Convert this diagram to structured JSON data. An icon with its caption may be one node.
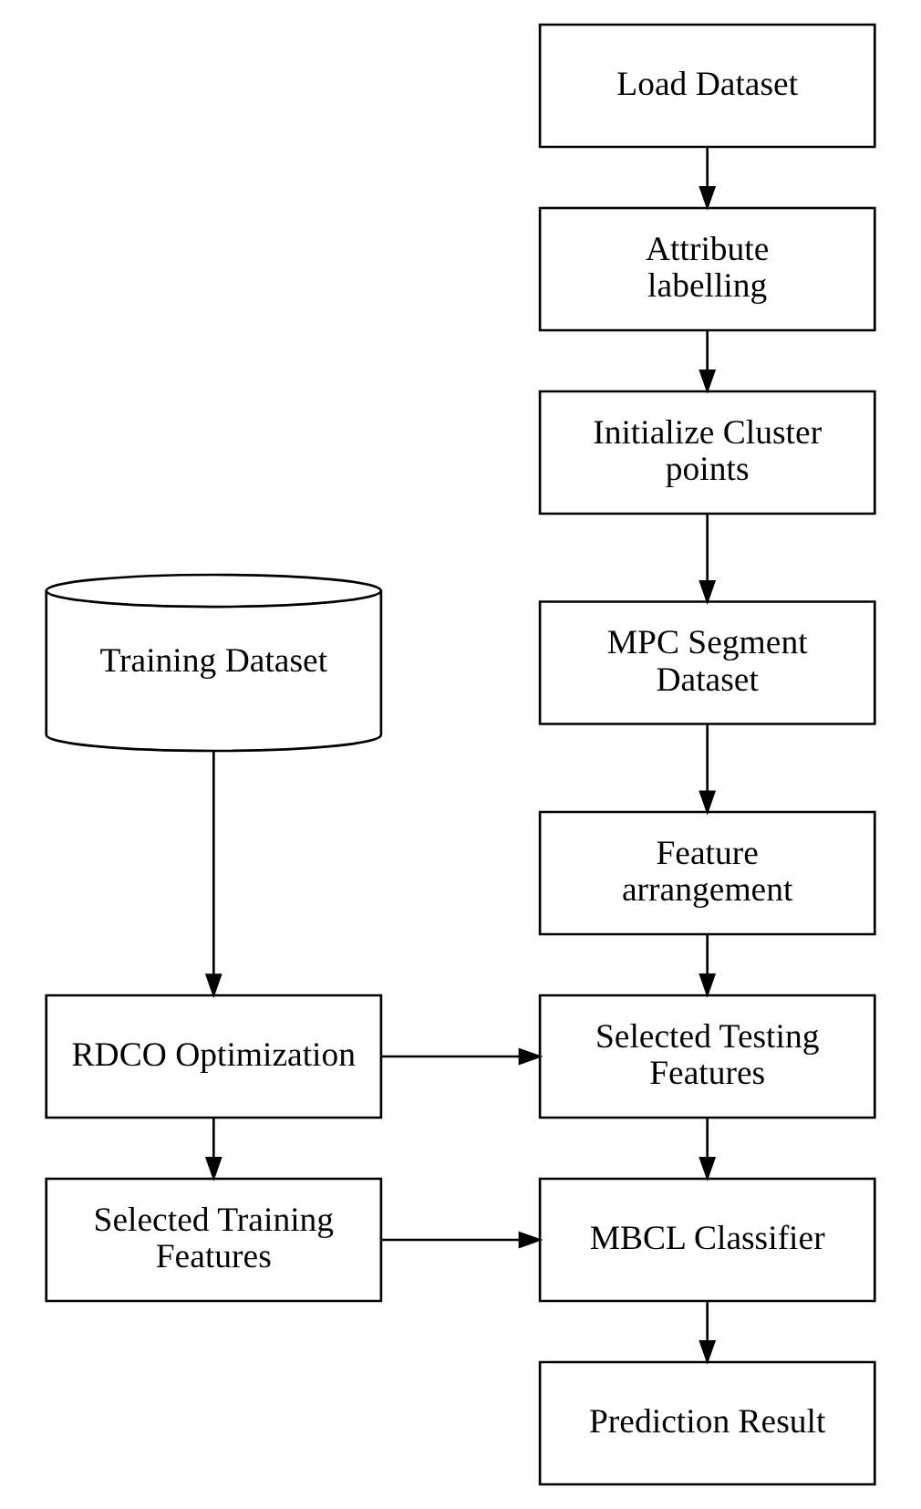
{
  "diagram": {
    "nodes": [
      {
        "text": [
          "Load Dataset"
        ]
      },
      {
        "text": [
          "Attribute labelling"
        ]
      },
      {
        "text": [
          "Initialize Cluster points"
        ]
      },
      {
        "text": [
          "MPC Segment Dataset"
        ]
      },
      {
        "text": [
          "Feature arrangement"
        ]
      },
      {
        "text": [
          "Selected Testing Features"
        ]
      },
      {
        "text": [
          "MBCL Classifier"
        ]
      },
      {
        "text": [
          "Prediction Result"
        ]
      },
      {
        "text": [
          "Training Dataset"
        ]
      },
      {
        "text": [
          "RDCO Optimization"
        ]
      },
      {
        "text": [
          "Selected Training Features"
        ]
      }
    ],
    "edges": [
      {
        "from": 0,
        "to": 1,
        "arrow": "to"
      },
      {
        "from": 1,
        "to": 2,
        "arrow": "to"
      },
      {
        "from": 2,
        "to": 3,
        "arrow": "to"
      },
      {
        "from": 3,
        "to": 4,
        "arrow": "to"
      },
      {
        "from": 4,
        "to": 5,
        "arrow": "to"
      },
      {
        "from": 5,
        "to": 6,
        "arrow": "to"
      },
      {
        "from": 6,
        "to": 7,
        "arrow": "to"
      },
      {
        "from": 8,
        "to": 9,
        "arrow": "to"
      },
      {
        "from": 9,
        "to": 5,
        "arrow": "to"
      },
      {
        "from": 9,
        "to": 10,
        "arrow": "to"
      },
      {
        "from": 10,
        "to": 6,
        "arrow": "to"
      }
    ]
  }
}
